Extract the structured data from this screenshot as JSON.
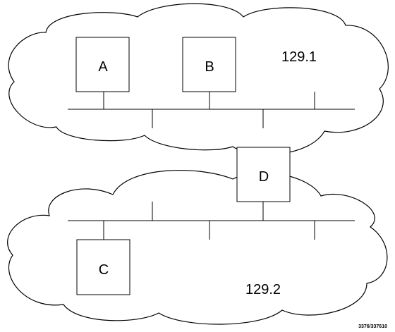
{
  "diagram": {
    "networks": [
      {
        "address": "129.1"
      },
      {
        "address": "129.2"
      }
    ],
    "nodes": [
      {
        "label": "A"
      },
      {
        "label": "B"
      },
      {
        "label": "C"
      },
      {
        "label": "D"
      }
    ],
    "figure_id": "3376/337610"
  }
}
